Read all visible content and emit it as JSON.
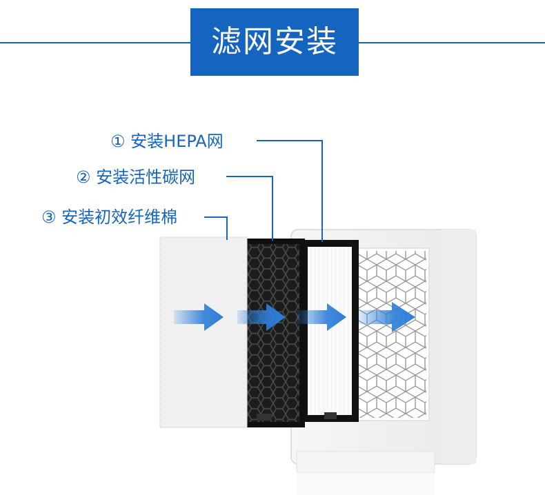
{
  "title": "滤网安装",
  "steps": [
    {
      "label": "① 安装HEPA网"
    },
    {
      "label": "② 安装活性碳网"
    },
    {
      "label": "③ 安装初效纤维棉"
    }
  ],
  "colors": {
    "accent": "#1565c0",
    "arrow": "#2f7ed8"
  },
  "icons": [
    "airflow-arrow-icon"
  ]
}
